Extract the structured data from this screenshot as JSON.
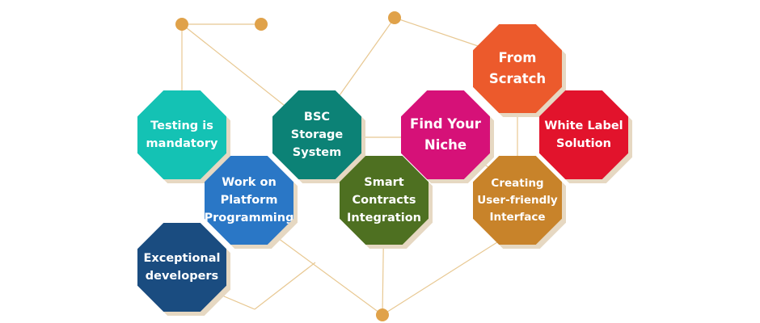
{
  "colors": {
    "connector_line": "#e8c892",
    "connector_dot": "#e0a24a",
    "shadow": "#e6d8c2"
  },
  "nodes": [
    {
      "id": "testing",
      "label": "Testing is\nmandatory",
      "color": "#14c2b4"
    },
    {
      "id": "work-platform",
      "label": "Work on\nPlatform\nProgramming",
      "color": "#2a77c6"
    },
    {
      "id": "exceptional",
      "label": "Exceptional\ndevelopers",
      "color": "#1a4c80"
    },
    {
      "id": "bsc-storage",
      "label": "BSC\nStorage\nSystem",
      "color": "#0c8276"
    },
    {
      "id": "smart-contracts",
      "label": "Smart\nContracts\nIntegration",
      "color": "#4e7021"
    },
    {
      "id": "find-niche",
      "label": "Find Your\nNiche",
      "color": "#d61178"
    },
    {
      "id": "from-scratch",
      "label": "From\nScratch",
      "color": "#ec5a2c"
    },
    {
      "id": "white-label",
      "label": "White Label\nSolution",
      "color": "#e2132c"
    },
    {
      "id": "user-friendly",
      "label": "Creating\nUser-friendly\nInterface",
      "color": "#c8832a"
    }
  ]
}
